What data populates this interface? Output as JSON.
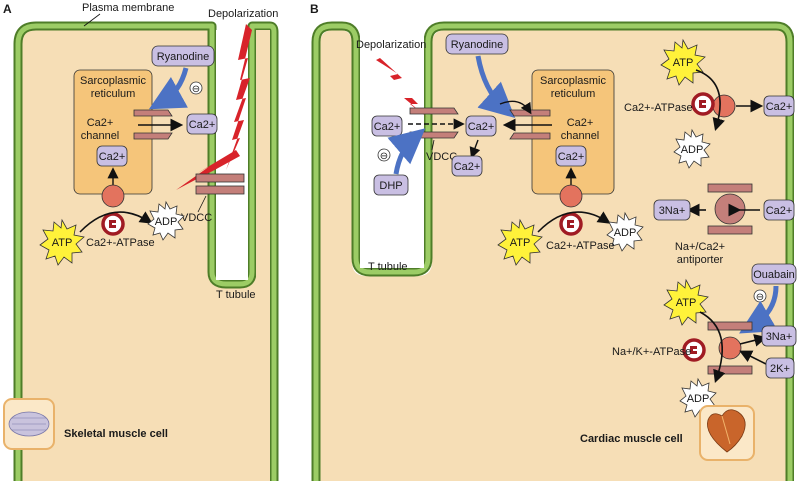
{
  "panels": {
    "a": {
      "letter": "A",
      "plasma_membrane": "Plasma membrane",
      "depolarization": "Depolarization",
      "ryanodine": "Ryanodine",
      "inhibit": "⊖",
      "sr_line1": "Sarcoplasmic",
      "sr_line2": "reticulum",
      "channel_line1": "Ca2+",
      "channel_line2": "channel",
      "ca_in": "Ca2+",
      "ca_out": "Ca2+",
      "atp": "ATP",
      "adp": "ADP",
      "pump_label": "Ca2+-ATPase",
      "vdcc": "VDCC",
      "t_tubule": "T tubule",
      "cell_label": "Skeletal muscle cell"
    },
    "b": {
      "letter": "B",
      "depolarization": "Depolarization",
      "ryanodine": "Ryanodine",
      "ca_vdcc": "Ca2+",
      "ca_trigger": "Ca2+",
      "ca_down": "Ca2+",
      "inhibit": "⊖",
      "dhp": "DHP",
      "vdcc": "VDCC",
      "sr_line1": "Sarcoplasmic",
      "sr_line2": "reticulum",
      "channel_line1": "Ca2+",
      "channel_line2": "channel",
      "ca_in": "Ca2+",
      "atp": "ATP",
      "adp": "ADP",
      "pump_label": "Ca2+-ATPase",
      "t_tubule": "T tubule",
      "pm_atp": "ATP",
      "pm_pump_label": "Ca2+-ATPase",
      "pm_ca": "Ca2+",
      "pm_adp": "ADP",
      "na3": "3Na+",
      "ca_ex": "Ca2+",
      "antiporter_line1": "Na+/Ca2+",
      "antiporter_line2": "antiporter",
      "ouabain": "Ouabain",
      "ouabain_inhibit": "⊖",
      "nak_atp": "ATP",
      "nak_label": "Na+/K+-ATPase",
      "nak_na": "3Na+",
      "nak_k": "2K+",
      "nak_adp": "ADP",
      "cell_label": "Cardiac muscle cell"
    }
  },
  "colors": {
    "cytoplasm": "#f6deb6",
    "membrane": "#9ccc65",
    "membrane_edge": "#4e7d28",
    "sr": "#f5c57a",
    "pill": "#c9bfe3",
    "atp": "#fff23a",
    "pump": "#e3735e",
    "channel": "#c47f7a",
    "arrow_blue": "#4c72c4",
    "bolt": "#d8232a"
  }
}
